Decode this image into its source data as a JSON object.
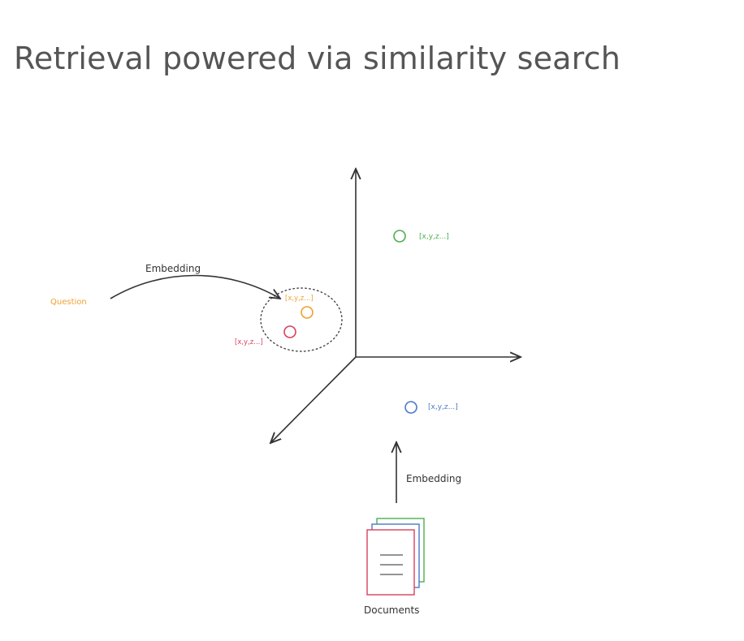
{
  "slide": {
    "title": "Retrieval powered via similarity search"
  },
  "diagram": {
    "question_label": "Question",
    "question_embedding_label": "Embedding",
    "documents_embedding_label": "Embedding",
    "documents_label": "Documents",
    "points": {
      "green_vector": "[x,y,z...]",
      "orange_vector": "[x,y,z...]",
      "red_vector": "[x,y,z...]",
      "blue_vector": "[x,y,z...]"
    },
    "colors": {
      "green": "#4caf50",
      "orange": "#f0a030",
      "red": "#d8405c",
      "blue": "#4a78c8",
      "ink": "#333333",
      "title": "#555555"
    }
  }
}
